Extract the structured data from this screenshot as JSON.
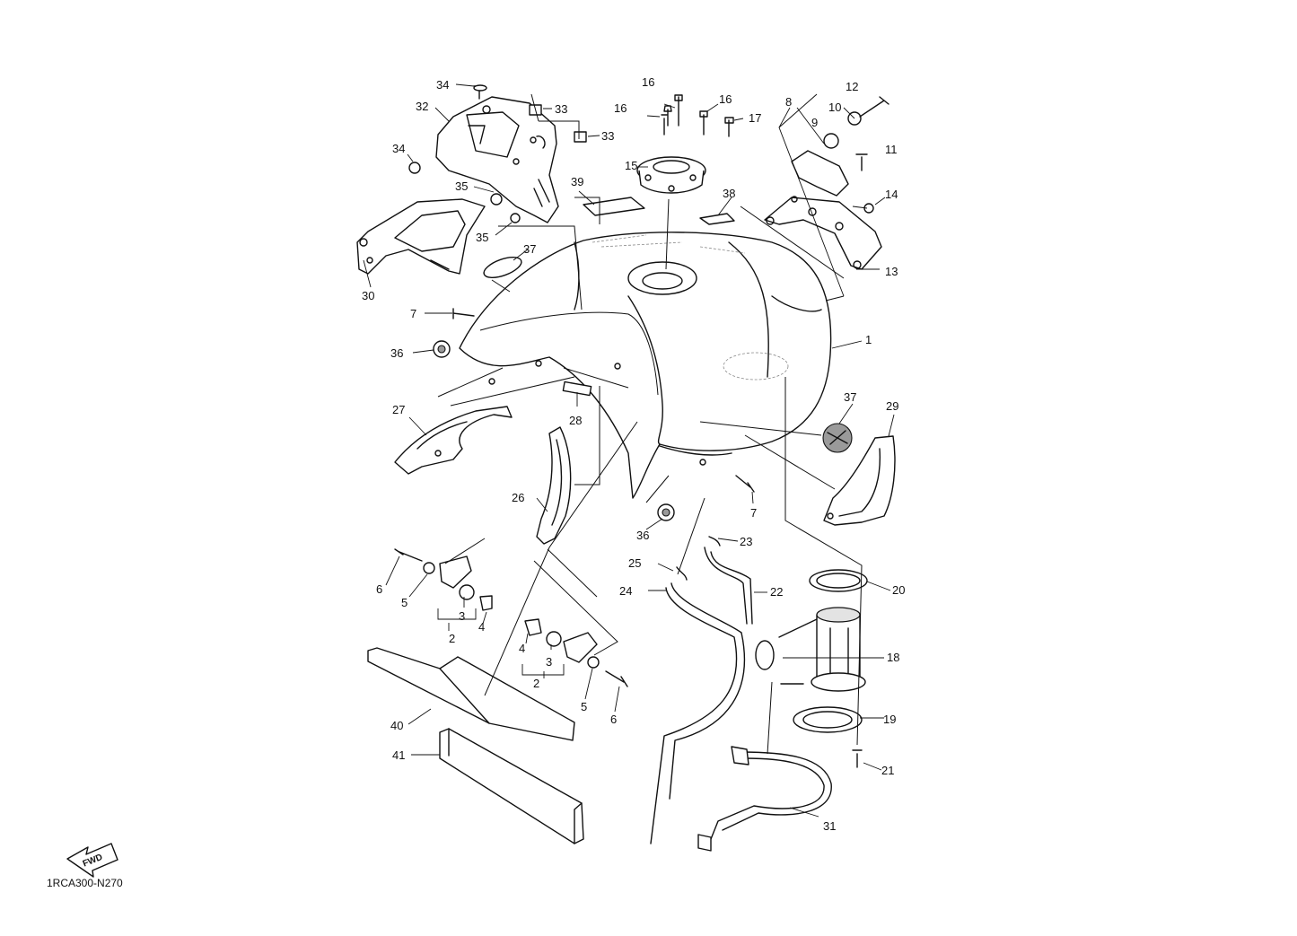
{
  "diagram": {
    "drawing_code": "1RCA300-N270",
    "direction_badge": "FWD",
    "callouts": [
      "1",
      "2",
      "2",
      "3",
      "3",
      "4",
      "4",
      "5",
      "5",
      "6",
      "6",
      "7",
      "7",
      "8",
      "9",
      "10",
      "11",
      "12",
      "13",
      "14",
      "15",
      "16",
      "16",
      "16",
      "17",
      "18",
      "19",
      "20",
      "21",
      "22",
      "23",
      "24",
      "25",
      "26",
      "27",
      "28",
      "29",
      "30",
      "31",
      "32",
      "33",
      "33",
      "34",
      "34",
      "35",
      "35",
      "36",
      "36",
      "37",
      "37",
      "38",
      "39",
      "40",
      "41"
    ]
  }
}
